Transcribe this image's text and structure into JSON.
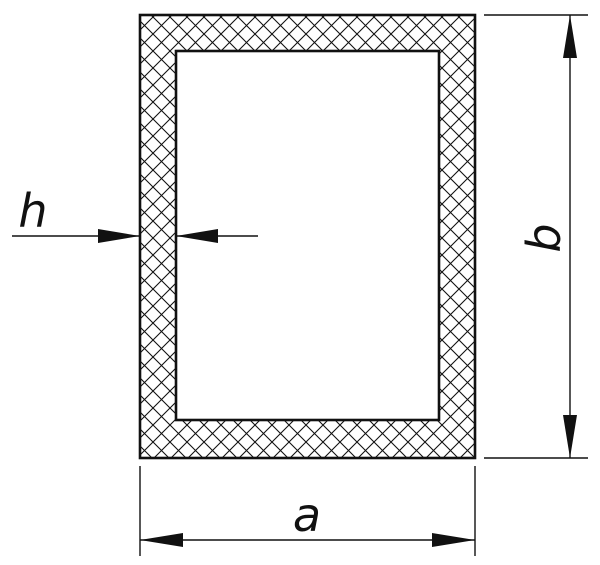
{
  "labels": {
    "wall_thickness": "h",
    "height": "b",
    "width": "a"
  },
  "colors": {
    "line": "#111111",
    "background": "#ffffff"
  },
  "hatch_pattern": "cross-hatch"
}
